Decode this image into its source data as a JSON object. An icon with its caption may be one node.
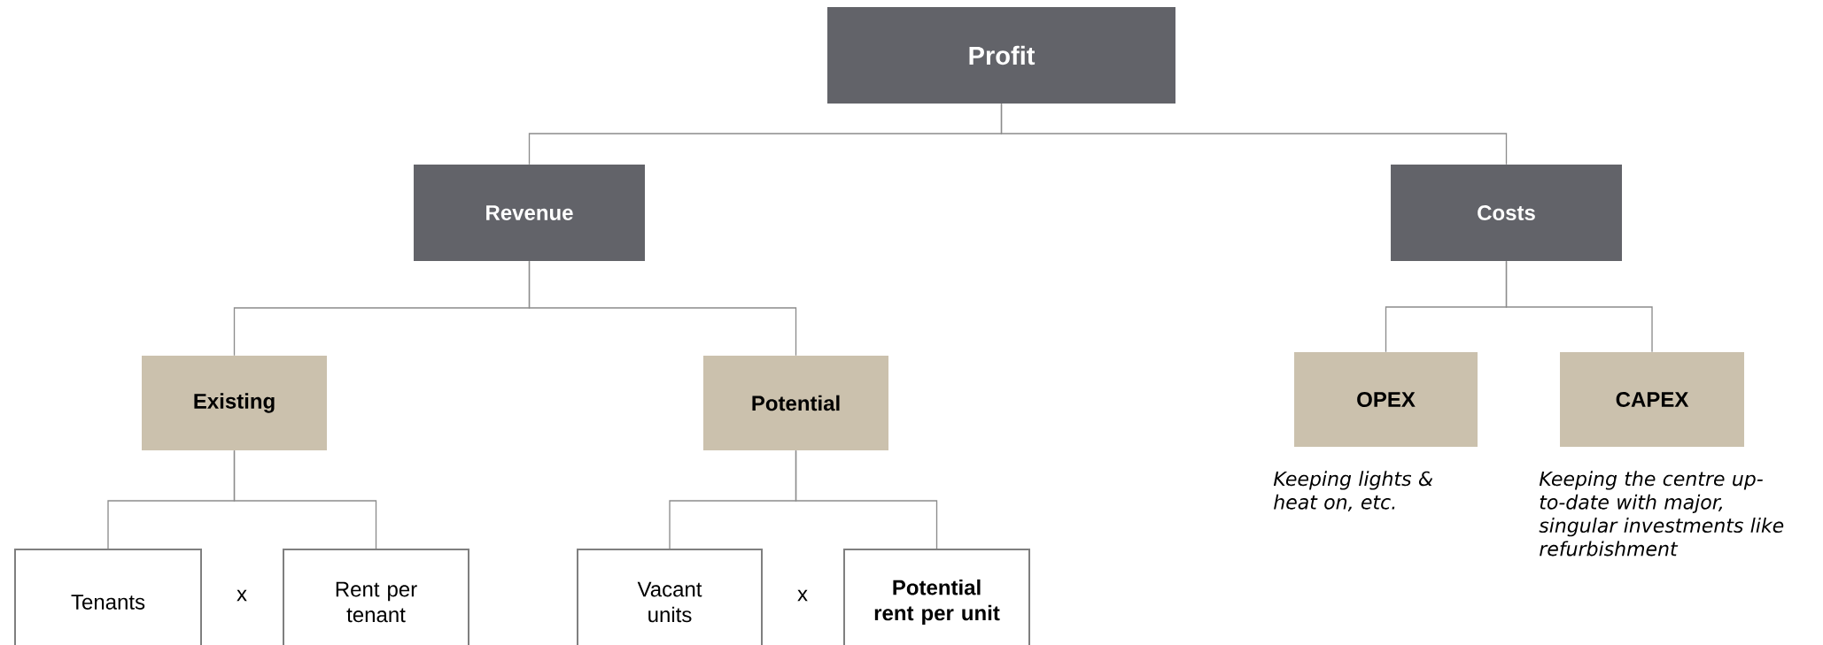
{
  "diagram": {
    "nodes": [
      {
        "text": [
          "Profit"
        ]
      },
      {
        "text": [
          "Revenue"
        ]
      },
      {
        "text": [
          "Costs"
        ]
      },
      {
        "text": [
          "Existing"
        ]
      },
      {
        "text": [
          "Potential"
        ]
      },
      {
        "text": [
          "OPEX"
        ],
        "beside": [
          "Keeping lights & heat on, etc."
        ]
      },
      {
        "text": [
          "CAPEX"
        ],
        "beside": [
          "Keeping the centre up-to-date with major, singular investments like refurbishment"
        ]
      },
      {
        "text": [
          "Tenants"
        ]
      },
      {
        "text": [
          "Rent per tenant"
        ]
      },
      {
        "text": [
          "Vacant units"
        ]
      },
      {
        "text": [
          "Potential rent per unit"
        ]
      }
    ],
    "edges": [
      {
        "from": 0,
        "to": 1,
        "arrow": "none"
      },
      {
        "from": 0,
        "to": 2,
        "arrow": "none"
      },
      {
        "from": 1,
        "to": 3,
        "arrow": "none"
      },
      {
        "from": 1,
        "to": 4,
        "arrow": "none"
      },
      {
        "from": 2,
        "to": 5,
        "arrow": "none"
      },
      {
        "from": 2,
        "to": 6,
        "arrow": "none"
      },
      {
        "from": 3,
        "to": 7,
        "arrow": "none"
      },
      {
        "from": 3,
        "to": 8,
        "arrow": "none"
      },
      {
        "from": 4,
        "to": 9,
        "arrow": "none"
      },
      {
        "from": 4,
        "to": 10,
        "arrow": "none"
      }
    ],
    "labels": [
      "x",
      "x"
    ]
  }
}
